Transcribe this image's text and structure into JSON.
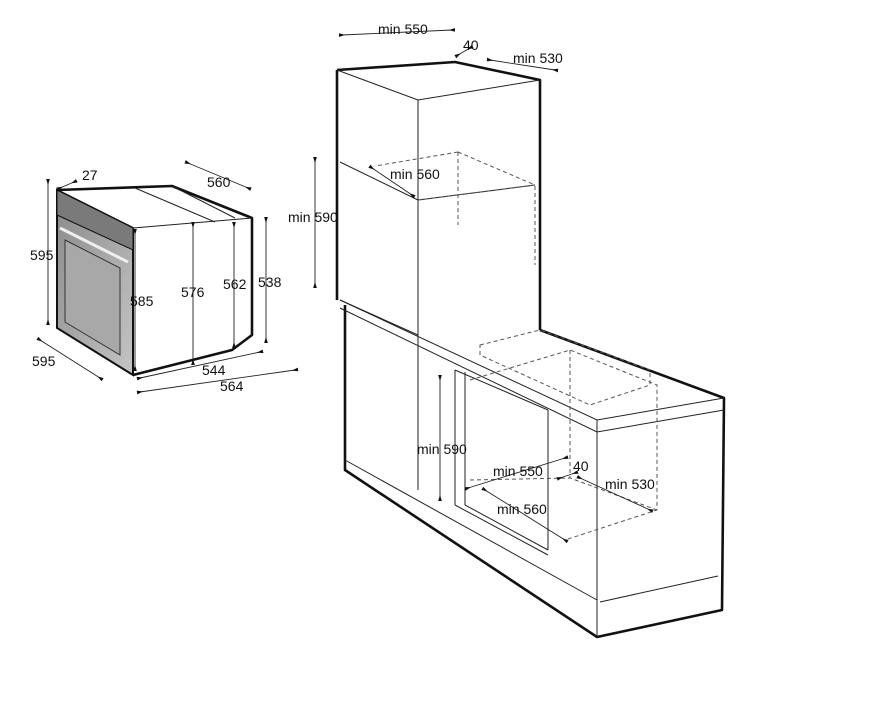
{
  "oven_dimensions": {
    "front_depth": "27",
    "depth": "560",
    "height": "595",
    "width": "595",
    "body_height": "585",
    "h576": "576",
    "h562": "562",
    "h538": "538",
    "w544": "544",
    "w564": "564"
  },
  "tall_unit_dimensions": {
    "min_width": "min 550",
    "gap": "40",
    "min_depth": "min 530",
    "min_height": "min 590",
    "min_560": "min 560"
  },
  "base_unit_dimensions": {
    "min_height": "min 590",
    "min_width": "min 550",
    "gap": "40",
    "min_depth": "min 530",
    "min_560": "min 560"
  },
  "colors": {
    "line": "#111111",
    "oven_front": "#9a9a9a"
  }
}
